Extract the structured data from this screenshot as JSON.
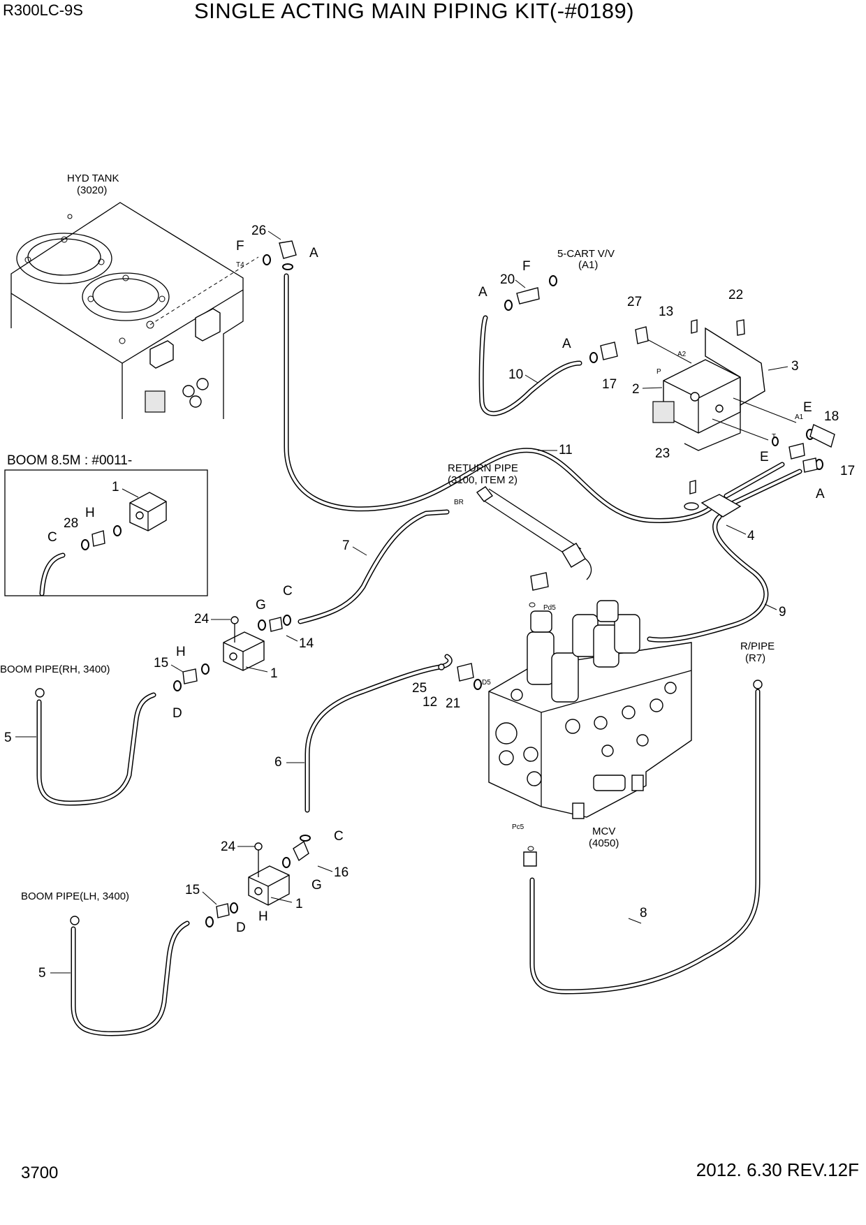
{
  "header": {
    "model": "R300LC-9S",
    "title": "SINGLE ACTING MAIN PIPING KIT(-#0189)"
  },
  "footer": {
    "page_number": "3700",
    "revision": "2012. 6.30  REV.12F"
  },
  "references": {
    "hyd_tank_name": "HYD TANK",
    "hyd_tank_ref": "(3020)",
    "cart_valve_name": "5-CART V/V",
    "cart_valve_ref": "(A1)",
    "return_pipe_name": "RETURN PIPE",
    "return_pipe_ref": "(3100, ITEM 2)",
    "boom_pipe_rh": "BOOM PIPE(RH, 3400)",
    "boom_pipe_lh": "BOOM PIPE(LH, 3400)",
    "r_pipe_name": "R/PIPE",
    "r_pipe_ref": "(R7)",
    "mcv_name": "MCV",
    "mcv_ref": "(4050)"
  },
  "inset": {
    "title": "BOOM 8.5M : #0011-",
    "part_1": "1",
    "part_28": "28",
    "letter_h": "H",
    "letter_c": "C"
  },
  "port_labels": {
    "t4": "T4",
    "br": "BR",
    "a2": "A2",
    "p": "P",
    "a1": "A1",
    "t": "T",
    "pd5": "Pd5",
    "d5": "D5",
    "pc5": "Pc5"
  },
  "callouts": {
    "n1_upper": "1",
    "n1_lower": "1",
    "n2": "2",
    "n3": "3",
    "n4": "4",
    "n5_upper": "5",
    "n5_lower": "5",
    "n6": "6",
    "n7": "7",
    "n8": "8",
    "n9": "9",
    "n10": "10",
    "n11": "11",
    "n12": "12",
    "n13": "13",
    "n14": "14",
    "n15_upper": "15",
    "n15_lower": "15",
    "n16": "16",
    "n17_upper": "17",
    "n17_right": "17",
    "n18": "18",
    "n20": "20",
    "n21": "21",
    "n22": "22",
    "n23": "23",
    "n24_upper": "24",
    "n24_lower": "24",
    "n25": "25",
    "n26": "26",
    "n27": "27"
  },
  "letters": {
    "f_tank": "F",
    "a_tank": "A",
    "f_cart": "F",
    "a_cart": "A",
    "a_fit17": "A",
    "e_upper": "E",
    "e_lower": "E",
    "a_right": "A",
    "c_upper": "C",
    "g_upper": "G",
    "h_upper": "H",
    "d_upper": "D",
    "c_lower": "C",
    "g_lower": "G",
    "h_lower": "H",
    "d_lower": "D"
  }
}
